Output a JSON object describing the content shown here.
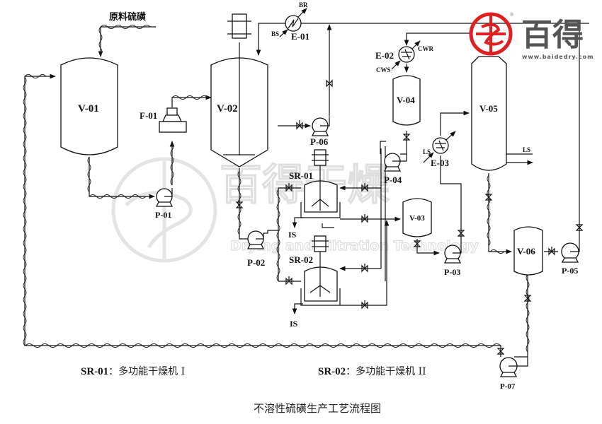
{
  "diagram": {
    "title": "不溶性硫磺生产工艺流程图",
    "feed_label": "原料硫磺",
    "legend": [
      {
        "code": "SR-01",
        "sep": "：",
        "desc": "多功能干燥机 I"
      },
      {
        "code": "SR-02",
        "sep": "：",
        "desc": "多功能干燥机 II"
      }
    ],
    "vessels": {
      "V-01": "V-01",
      "V-02": "V-02",
      "V-03": "V-03",
      "V-04": "V-04",
      "V-05": "V-05",
      "V-06": "V-06"
    },
    "pumps": {
      "P-01": "P-01",
      "P-02": "P-02",
      "P-03": "P-03",
      "P-04": "P-04",
      "P-05": "P-05",
      "P-06": "P-06",
      "P-07": "P-07"
    },
    "exchangers": {
      "E-01": "E-01",
      "E-02": "E-02",
      "E-03": "E-03"
    },
    "filter": "F-01",
    "dryers": {
      "SR-01": "SR-01",
      "SR-02": "SR-02"
    },
    "utilities": {
      "BR": "BR",
      "BS": "BS",
      "CWR": "CWR",
      "CWS": "CWS",
      "LS_in": "LS",
      "LS_steam": "LS",
      "IS_1": "IS",
      "IS_2": "IS"
    }
  },
  "watermark": {
    "brand_cn": "百得干燥",
    "brand_en": "Drying and Filtration Technology"
  },
  "logo": {
    "brand": "百得",
    "url_text": "www.baidedry.com",
    "registered": "®",
    "accent_color": "#e02020",
    "text_color": "#555555"
  }
}
